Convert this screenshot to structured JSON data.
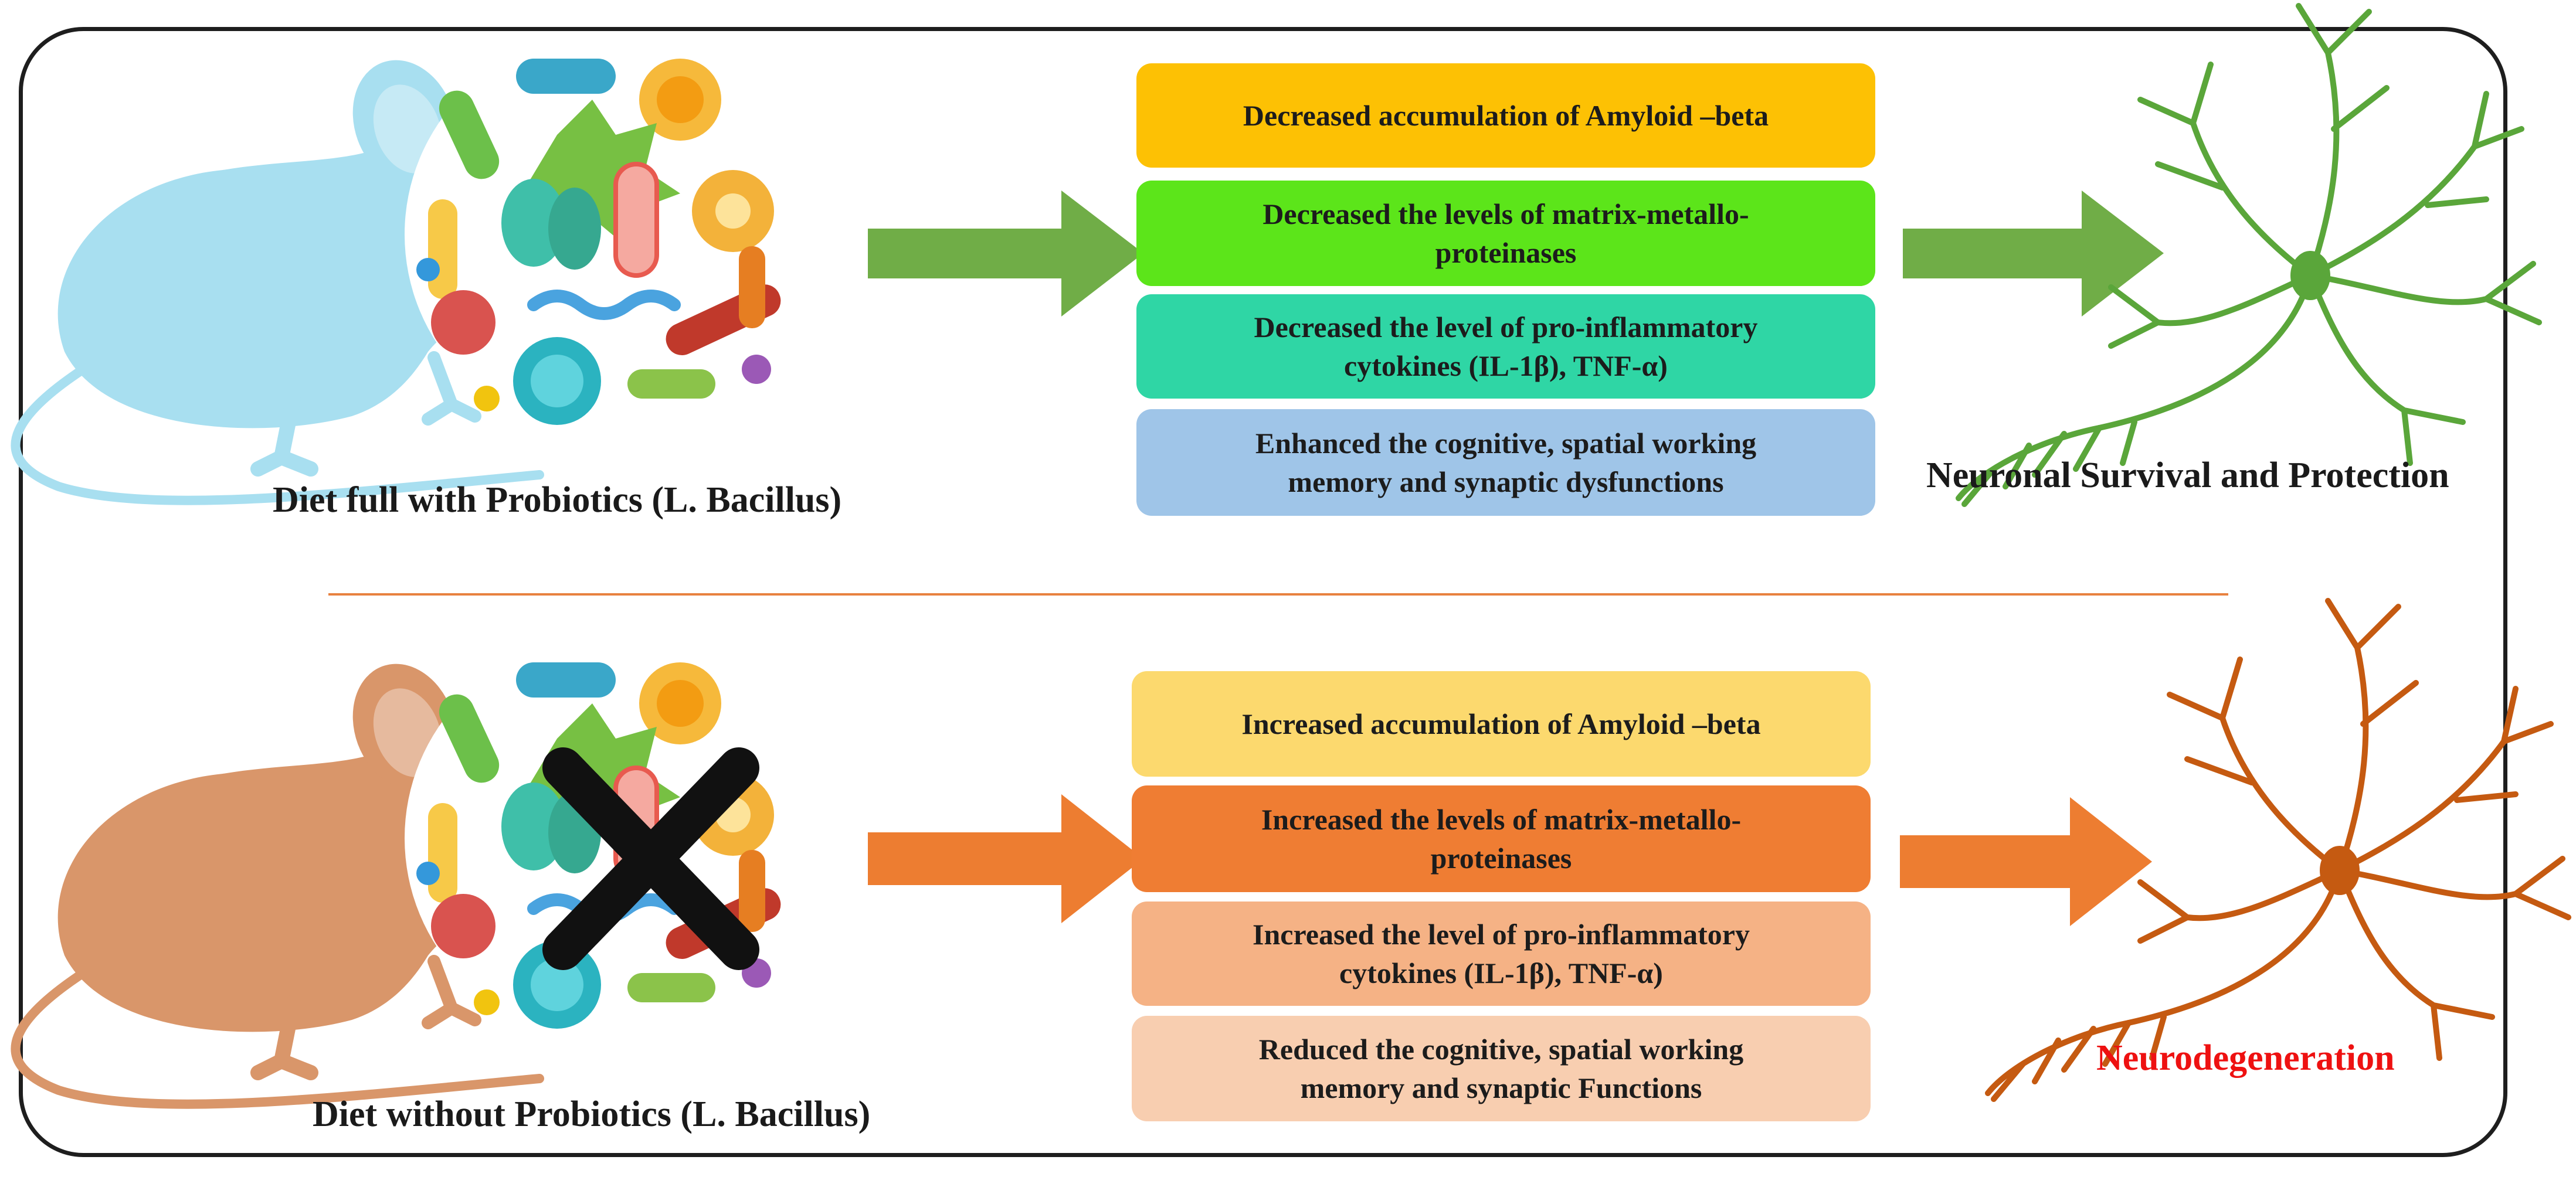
{
  "top": {
    "caption": "Diet full with Probiotics (L. Bacillus)",
    "boxes": [
      "Decreased accumulation of Amyloid –beta",
      "Decreased the levels of matrix-metallo-\nproteinases",
      "Decreased the level of pro-inflammatory\ncytokines (IL-1β), TNF-α)",
      "Enhanced the cognitive, spatial working\nmemory and synaptic dysfunctions"
    ],
    "outcome": "Neuronal Survival and Protection"
  },
  "bottom": {
    "caption": "Diet without Probiotics (L. Bacillus)",
    "boxes": [
      "Increased accumulation of Amyloid –beta",
      "Increased the levels of matrix-metallo-\nproteinases",
      "Increased the level of pro-inflammatory\ncytokines (IL-1β), TNF-α)",
      "Reduced the cognitive, spatial working\nmemory and synaptic Functions"
    ],
    "outcome": "Neurodegeneration"
  },
  "colors": {
    "top_boxes": [
      "#fdc104",
      "#5ce51a",
      "#2fd6a5",
      "#9fc5e8"
    ],
    "bottom_boxes": [
      "#fcd96e",
      "#ef7d33",
      "#f5b285",
      "#f8ceb0"
    ],
    "top_arrow": "#70ad47",
    "bottom_arrow": "#ed7d31",
    "top_neuron": "#5aa63a",
    "bottom_neuron": "#c55a11",
    "outcome_bad": "#ee1111",
    "divider": "#e8813f"
  },
  "icons": [
    "mouse-blue-icon",
    "probiotic-bacteria-circle-icon",
    "neuron-green-icon",
    "mouse-brown-icon",
    "cross-mark-icon",
    "neuron-brown-icon"
  ]
}
